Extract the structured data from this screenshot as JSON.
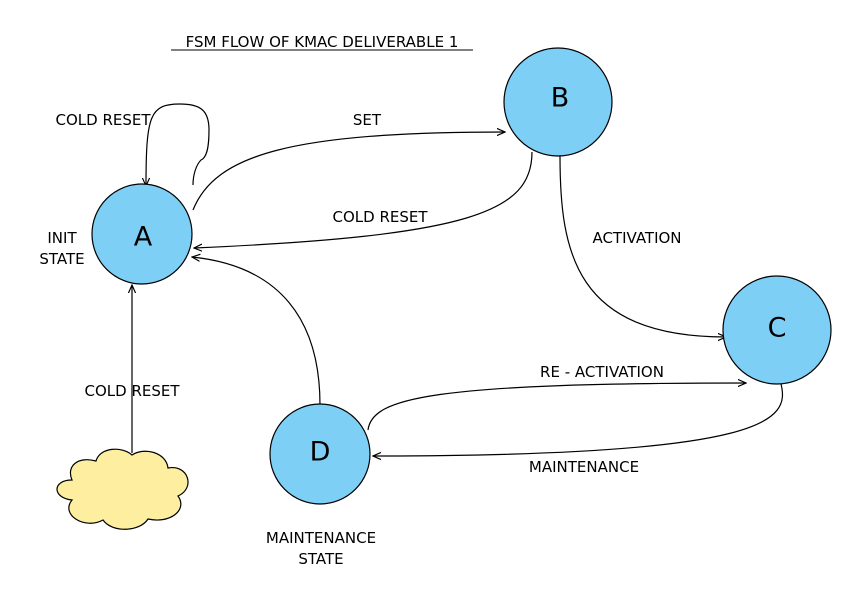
{
  "title": "FSM FLOW OF KMAC DELIVERABLE 1",
  "colors": {
    "state_fill": "#7ecff5",
    "state_stroke": "#000000",
    "cloud_fill": "#fdeea0",
    "line": "#000000",
    "text": "#000000"
  },
  "states": {
    "a": {
      "letter": "A",
      "caption_line1": "INIT",
      "caption_line2": "STATE"
    },
    "b": {
      "letter": "B"
    },
    "c": {
      "letter": "C"
    },
    "d": {
      "letter": "D",
      "caption_line1": "MAINTENANCE",
      "caption_line2": "STATE"
    }
  },
  "transitions": {
    "a_self": "COLD RESET",
    "a_to_b": "SET",
    "b_to_a": "COLD RESET",
    "b_to_c": "ACTIVATION",
    "d_to_c": "RE - ACTIVATION",
    "c_to_d": "MAINTENANCE",
    "d_to_a": "",
    "cloud_to_a": "COLD RESET"
  }
}
